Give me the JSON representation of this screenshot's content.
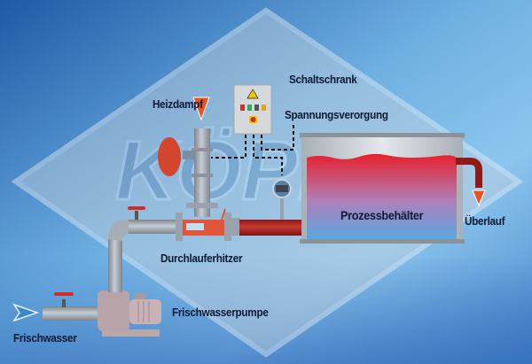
{
  "labels": {
    "control_cabinet": "Schaltschrank",
    "heating_steam": "Heizdampf",
    "power_supply": "Spannungsverorgung",
    "process_tank": "Prozessbehälter",
    "overflow": "Überlauf",
    "flow_heater": "Durchlauferhitzer",
    "fresh_water_pump": "Frischwasserpumpe",
    "fresh_water": "Frischwasser"
  },
  "watermark": "Köpf",
  "colors": {
    "text": "#0e1a36",
    "hot": "#e8342b",
    "cold": "#5aa8e0",
    "arrow": "#e8541f",
    "pipe": "#9aa3ad"
  }
}
